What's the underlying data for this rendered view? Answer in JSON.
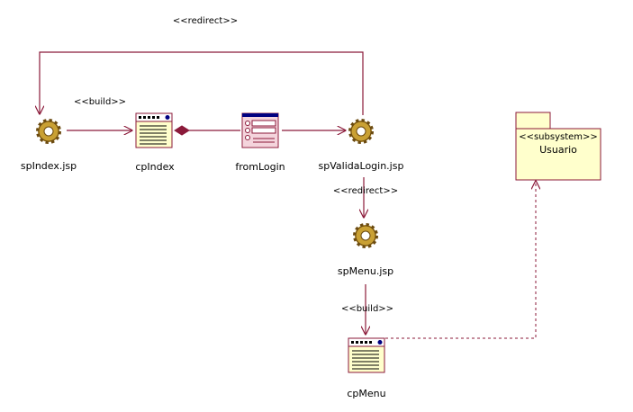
{
  "diagram": {
    "nodes": {
      "spIndex": {
        "label": "spIndex.jsp",
        "kind": "server-page",
        "icon": "gear-icon"
      },
      "cpIndex": {
        "label": "cpIndex",
        "kind": "client-page",
        "icon": "client-page-icon"
      },
      "fromLogin": {
        "label": "fromLogin",
        "kind": "form",
        "icon": "form-icon"
      },
      "spValidaLogin": {
        "label": "spValidaLogin.jsp",
        "kind": "server-page",
        "icon": "gear-icon"
      },
      "spMenu": {
        "label": "spMenu.jsp",
        "kind": "server-page",
        "icon": "gear-icon"
      },
      "cpMenu": {
        "label": "cpMenu",
        "kind": "client-page",
        "icon": "client-page-icon"
      },
      "usuario": {
        "stereotype": "<<subsystem>>",
        "label": "Usuario",
        "kind": "package",
        "icon": "package-icon"
      }
    },
    "edges": {
      "redirect_top": {
        "label": "<<redirect>>",
        "from": "spValidaLogin.jsp",
        "to": "spIndex.jsp"
      },
      "build_index": {
        "label": "<<build>>",
        "from": "spIndex.jsp",
        "to": "cpIndex"
      },
      "compose_form": {
        "label": "",
        "from": "cpIndex",
        "to": "fromLogin"
      },
      "submit": {
        "label": "",
        "from": "fromLogin",
        "to": "spValidaLogin.jsp"
      },
      "redirect_menu": {
        "label": "<<redirect>>",
        "from": "spValidaLogin.jsp",
        "to": "spMenu.jsp"
      },
      "build_menu": {
        "label": "<<build>>",
        "from": "spMenu.jsp",
        "to": "cpMenu"
      },
      "dependency": {
        "label": "",
        "from": "cpMenu",
        "to": "Usuario"
      }
    },
    "colors": {
      "line": "#8b1a3a",
      "node_fill": "#ffffcc",
      "gear_fill": "#c9a033",
      "gear_dark": "#6b4a10",
      "package_fill": "#ffffcc"
    }
  }
}
